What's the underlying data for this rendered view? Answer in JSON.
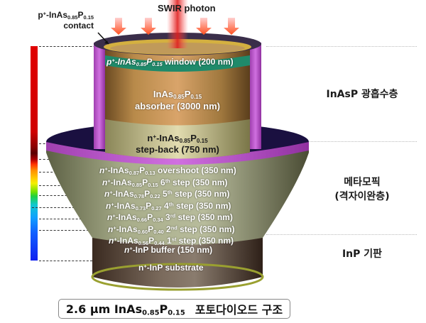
{
  "title_top": "SWIR photon",
  "contact_label": {
    "prefix": "p",
    "sup": "+",
    "main": "-InAs",
    "sub1": "0.85",
    "p": "P",
    "sub2": "0.15",
    "line2": "contact"
  },
  "layers": {
    "window": {
      "prefix": "p",
      "sup": "+",
      "main": "-InAs",
      "sub1": "0.85",
      "p": "P",
      "sub2": "0.15",
      "rest": " window (200 nm)"
    },
    "absorber": {
      "line1_main": "InAs",
      "sub1": "0.85",
      "p": "P",
      "sub2": "0.15",
      "line2": "absorber (3000 nm)"
    },
    "stepback": {
      "prefix": "n",
      "sup": "+",
      "main": "-InAs",
      "sub1": "0.85",
      "p": "P",
      "sub2": "0.15",
      "line2": "step-back (750 nm)"
    },
    "graded": [
      {
        "sub1": "0.87",
        "sub2": "0.13",
        "ord": "",
        "ordsup": "",
        "rest": " overshoot (350 nm)"
      },
      {
        "sub1": "0.85",
        "sub2": "0.15",
        "ord": " 6",
        "ordsup": "th",
        "rest": " step (350 nm)"
      },
      {
        "sub1": "0.78",
        "sub2": "0.22",
        "ord": " 5",
        "ordsup": "th",
        "rest": " step (350 nm)"
      },
      {
        "sub1": "0.73",
        "sub2": "0.27",
        "ord": " 4",
        "ordsup": "th",
        "rest": " step (350 nm)"
      },
      {
        "sub1": "0.66",
        "sub2": "0.34",
        "ord": " 3",
        "ordsup": "rd",
        "rest": " step (350 nm)"
      },
      {
        "sub1": "0.60",
        "sub2": "0.40",
        "ord": " 2",
        "ordsup": "nd",
        "rest": " step (350 nm)"
      },
      {
        "sub1": "0.56",
        "sub2": "0.44",
        "ord": " 1",
        "ordsup": "st",
        "rest": " step (350 nm)"
      }
    ],
    "graded_prefix": {
      "n": "n",
      "sup": "+",
      "main": "-InAs",
      "p": "P"
    },
    "buffer": {
      "prefix": "n",
      "sup": "+",
      "rest": "-InP buffer (150 nm)"
    },
    "substrate": {
      "prefix": "n",
      "sup": "+",
      "rest": "-InP substrate"
    }
  },
  "right_labels": {
    "absorber_region": "InAsP 광흡수층",
    "metamorphic_line1": "메타모픽",
    "metamorphic_line2": "(격자이완층)",
    "substrate_region": "InP 기판"
  },
  "caption": {
    "prefix": "2.6 µm InAs",
    "sub1": "0.85",
    "p": "P",
    "sub2": "0.15",
    "korean": "포토다이오드 구조"
  },
  "colors": {
    "contact": "#c060d0",
    "window": "#1f8a6a",
    "absorber": "#b88a4a",
    "metamorphic": "#a8ad8a",
    "substrate": "#5a4a3e"
  }
}
